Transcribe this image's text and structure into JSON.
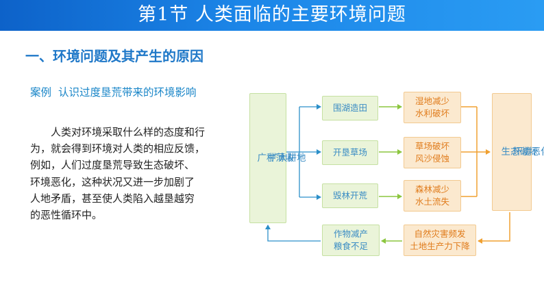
{
  "header": {
    "title": "第1节  人类面临的主要环境问题"
  },
  "section": {
    "heading": "一、环境问题及其产生的原因"
  },
  "case": {
    "label": "案例",
    "title": "认识过度垦荒带来的环境影响"
  },
  "paragraph": {
    "lines": [
      "人类对环境采取什么样的态度和行",
      "为，就会得到环境对人类的相应反馈，",
      "例如，人们过度垦荒导致生态破坏、",
      "环境恶化，这种状况又进一步加剧了",
      "人地矛盾，甚至使人类陷入越垦越穷",
      "的恶性循环中。"
    ]
  },
  "flow": {
    "left": {
      "col1": "扩大耕地",
      "col2": "广种薄收"
    },
    "actions": [
      "围湖造田",
      "开垦草场",
      "毁林开荒"
    ],
    "effects": [
      [
        "湿地减少",
        "水利破坏"
      ],
      [
        "草场破坏",
        "风沙侵蚀"
      ],
      [
        "森林减少",
        "水土流失"
      ]
    ],
    "right": {
      "col1": "环境恶化",
      "col2": "生态破坏"
    },
    "bottom_orange": [
      "自然灾害频发",
      "土地生产力下降"
    ],
    "bottom_green": [
      "作物减产",
      "粮食不足"
    ],
    "colors": {
      "green_arrow": "#8cc63f",
      "orange_arrow": "#f0a030",
      "blue_arrow": "#2b8fc9"
    }
  }
}
